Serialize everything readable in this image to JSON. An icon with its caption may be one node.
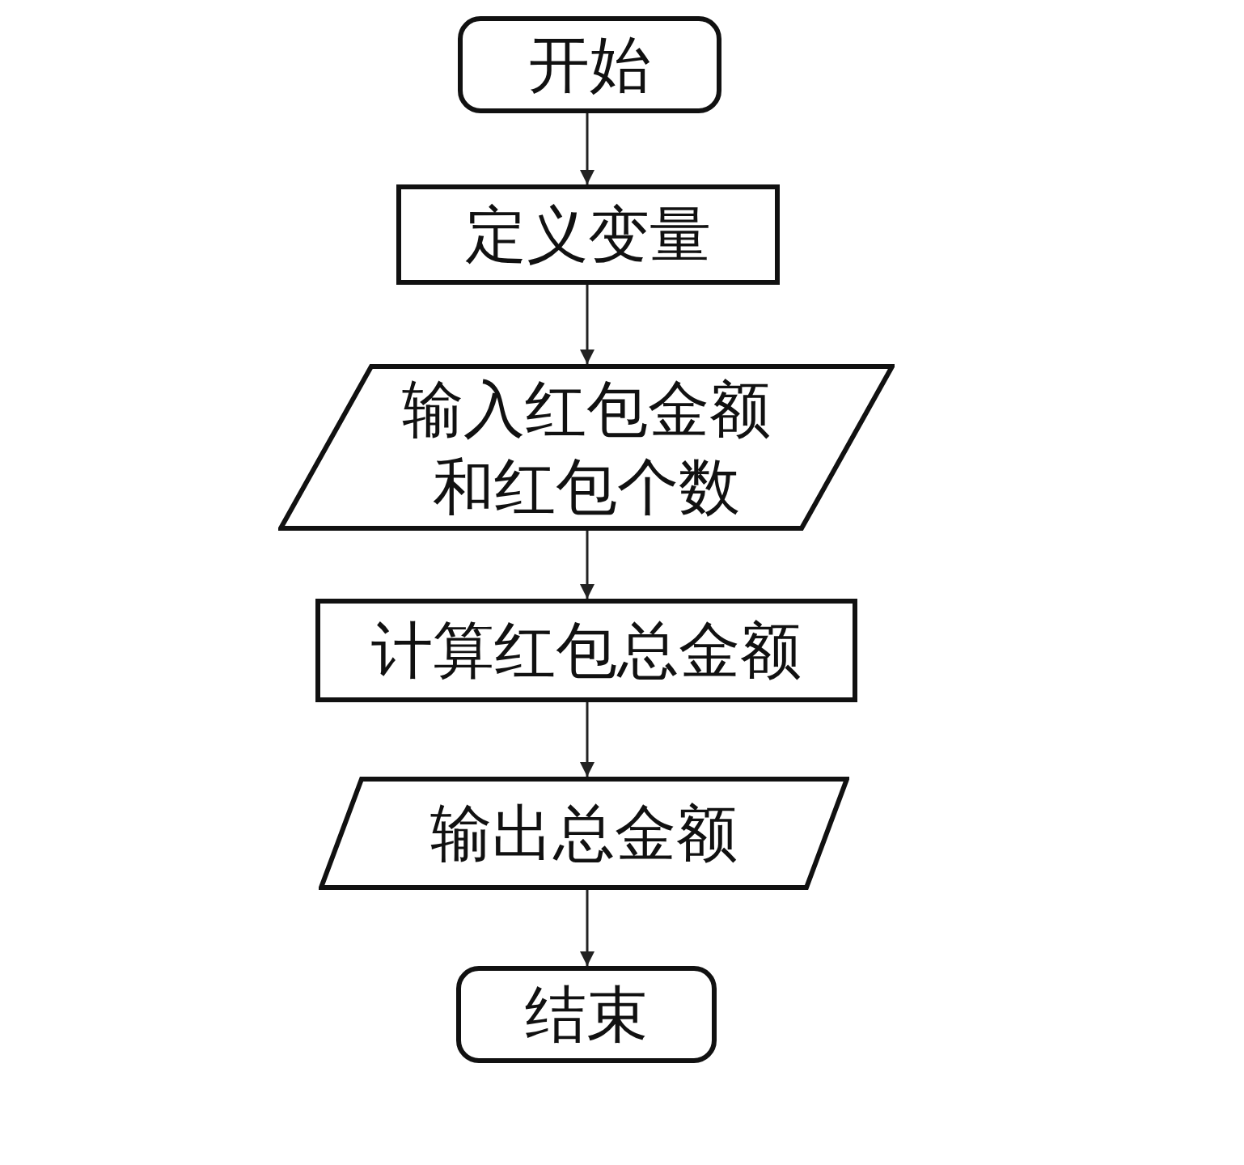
{
  "diagram": {
    "nodes": [
      {
        "text": [
          "开始"
        ]
      },
      {
        "text": [
          "定义变量"
        ]
      },
      {
        "text": [
          "输入红包金额和红包个数"
        ]
      },
      {
        "text": [
          "计算红包总金额"
        ]
      },
      {
        "text": [
          "输出总金额"
        ]
      },
      {
        "text": [
          "结束"
        ]
      }
    ],
    "edges": [
      {
        "from": 0,
        "to": 1,
        "arrow": "to"
      },
      {
        "from": 1,
        "to": 2,
        "arrow": "to"
      },
      {
        "from": 2,
        "to": 3,
        "arrow": "to"
      },
      {
        "from": 3,
        "to": 4,
        "arrow": "to"
      },
      {
        "from": 4,
        "to": 5,
        "arrow": "to"
      }
    ]
  }
}
